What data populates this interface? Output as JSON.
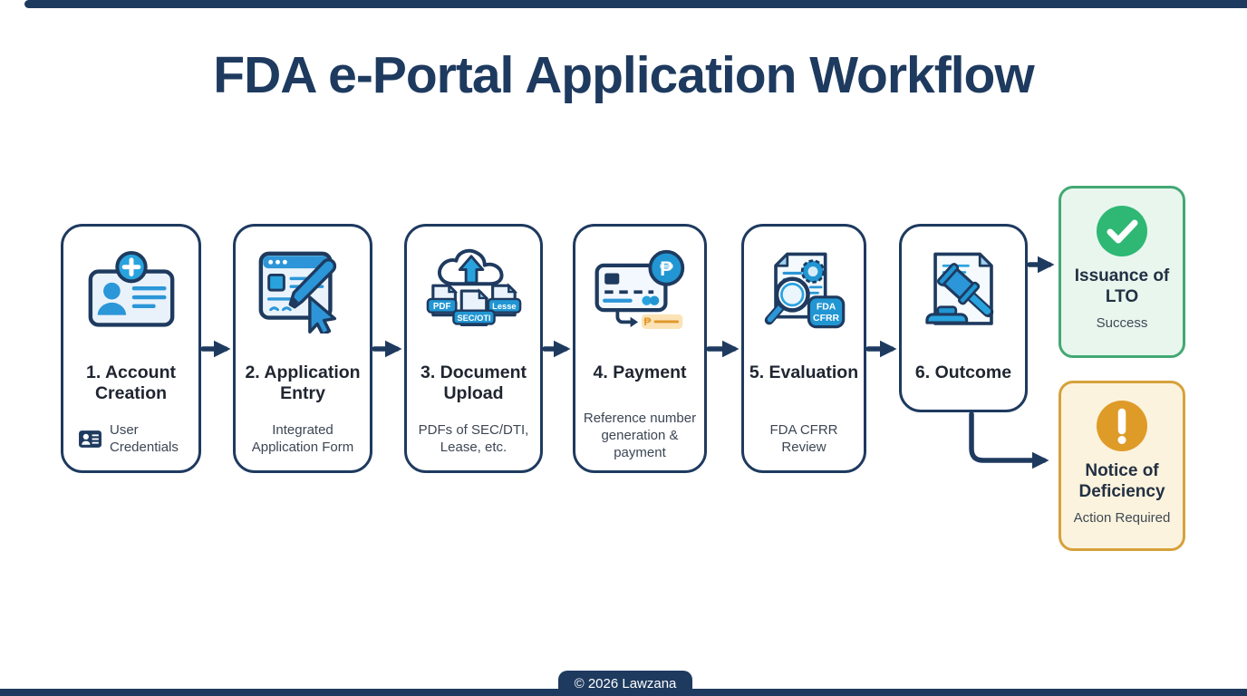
{
  "title": "FDA e-Portal Application Workflow",
  "steps": [
    {
      "label": "1. Account Creation",
      "sublabel": "User Credentials"
    },
    {
      "label": "2. Application Entry",
      "sublabel": "Integrated Application Form"
    },
    {
      "label": "3. Document Upload",
      "sublabel": "PDFs of SEC/DTI, Lease, etc.",
      "badges": {
        "pdf": "PDF",
        "sec": "SEC/OTI",
        "lease": "Lesse"
      }
    },
    {
      "label": "4. Payment",
      "sublabel": "Reference number generation & payment",
      "peso": "₱"
    },
    {
      "label": "5. Evaluation",
      "sublabel": "FDA CFRR Review",
      "badge_line1": "FDA",
      "badge_line2": "CFRR"
    },
    {
      "label": "6. Outcome",
      "sublabel": ""
    }
  ],
  "outcomes": {
    "success": {
      "title": "Issuance of LTO",
      "subtitle": "Success"
    },
    "deficiency": {
      "title": "Notice of Deficiency",
      "subtitle": "Action Required"
    }
  },
  "footer": {
    "copyright": "© 2026 Lawzana"
  },
  "colors": {
    "navy": "#1e3a5f",
    "blue": "#2b96d8",
    "badge_blue": "#2196d3",
    "light_blue_fill": "#e9f2fa",
    "green": "#2eb873",
    "green_border": "#43a873",
    "green_bg": "#e8f6ee",
    "orange": "#df9b28",
    "orange_border": "#d6a13c",
    "orange_bg": "#fbf3dd"
  }
}
